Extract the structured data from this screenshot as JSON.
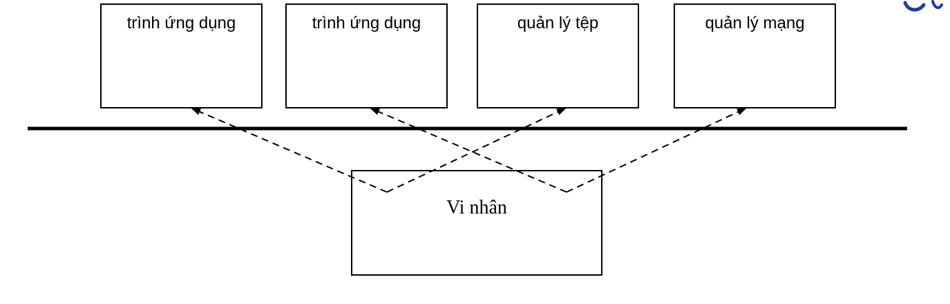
{
  "diagram": {
    "services": [
      {
        "label": "trình ứng dụng"
      },
      {
        "label": "trình ứng dụng"
      },
      {
        "label": "quản lý tệp"
      },
      {
        "label": "quản lý mạng"
      }
    ],
    "kernel": {
      "label": "Vi nhân"
    },
    "colors": {
      "line": "#000000",
      "background": "#ffffff",
      "corner_mark": "#1f3aa6"
    }
  }
}
